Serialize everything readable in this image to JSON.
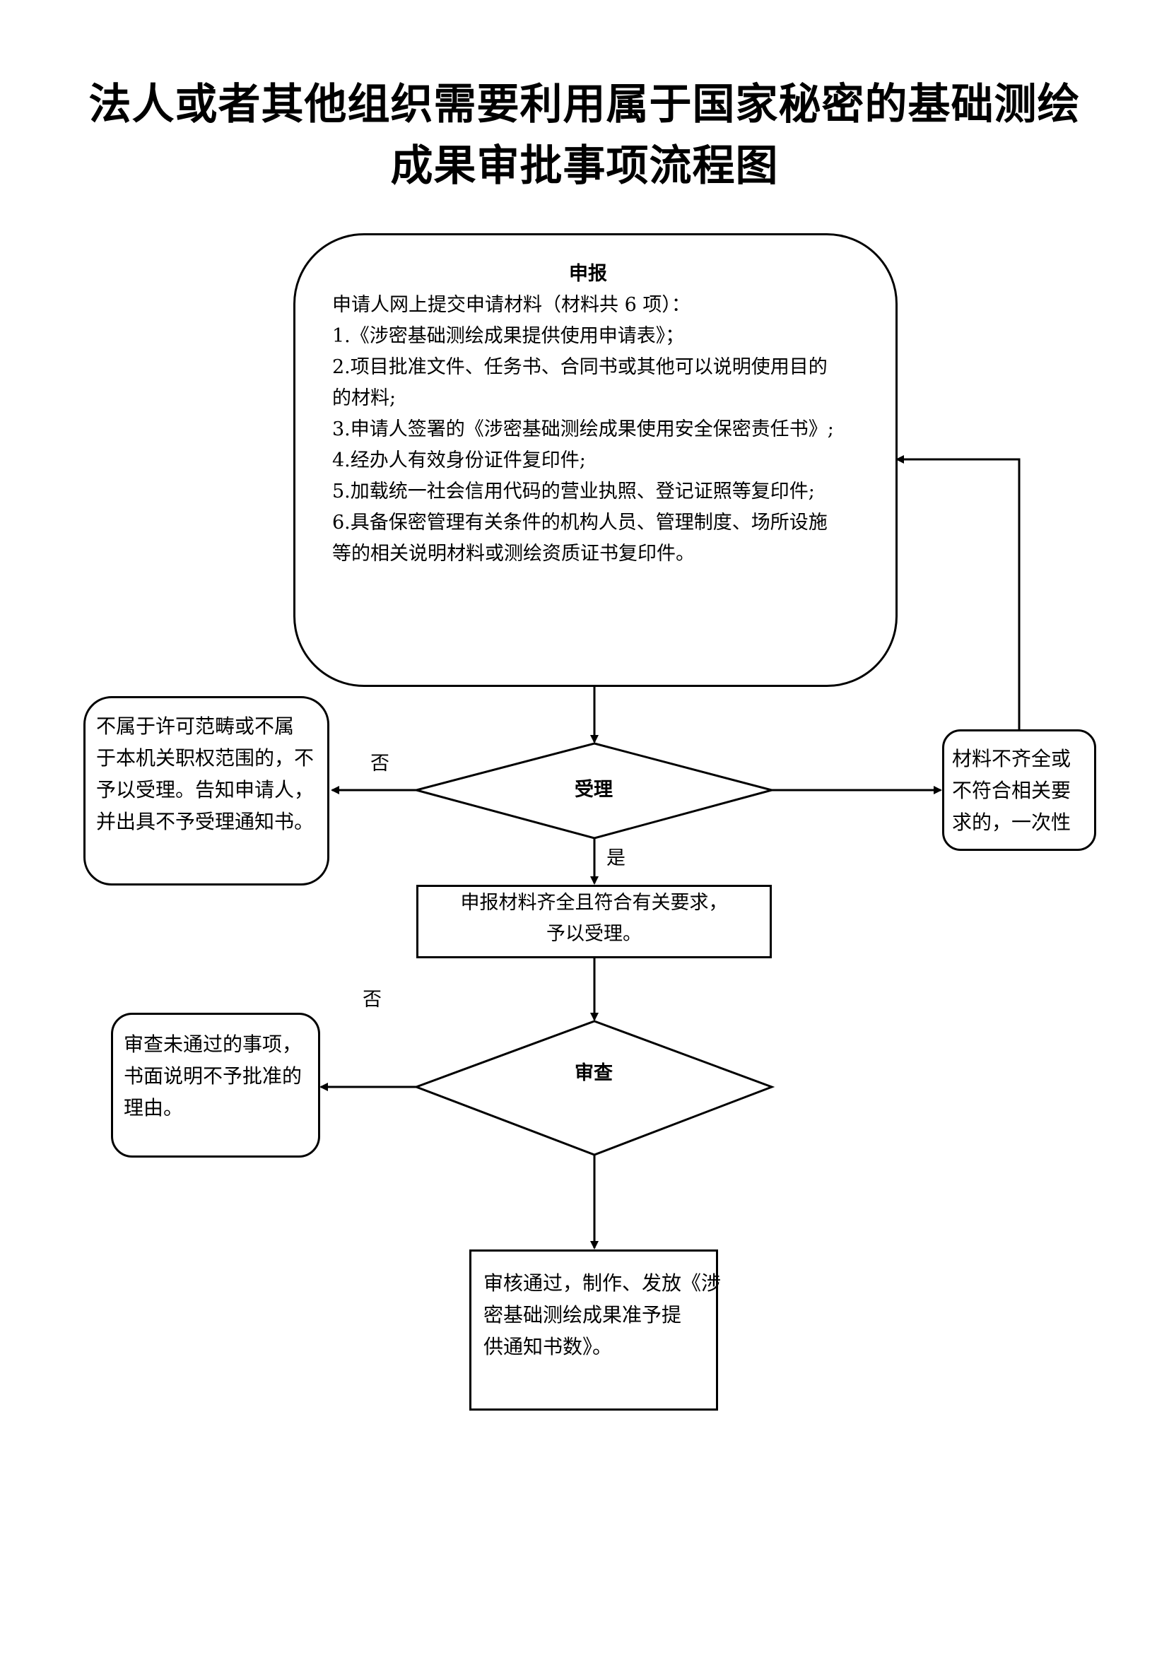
{
  "title": {
    "line1": "法人或者其他组织需要利用属于国家秘密的基础测绘",
    "line2": "成果审批事项流程图"
  },
  "declare": {
    "heading": "申报",
    "lines": [
      "申请人网上提交申请材料（材料共 6 项）：",
      "1.《涉密基础测绘成果提供使用申请表》；",
      "2.项目批准文件、任务书、合同书或其他可以说明使用目的",
      "的材料;",
      "3.申请人签署的《涉密基础测绘成果使用安全保密责任书》;",
      "4.经办人有效身份证件复印件;",
      "5.加载统一社会信用代码的营业执照、登记证照等复印件;",
      "6.具备保密管理有关条件的机构人员、管理制度、场所设施",
      "等的相关说明材料或测绘资质证书复印件。"
    ]
  },
  "accept": {
    "label": "受理",
    "yes": "是",
    "no": "否"
  },
  "reject_box": {
    "lines": [
      "不属于许可范畴或不属",
      "于本机关职权范围的，不",
      "予以受理。告知申请人，",
      "并出具不予受理通知书。"
    ]
  },
  "incomplete_box": {
    "lines": [
      "材料不齐全或",
      "不符合相关要",
      "求的，一次性"
    ]
  },
  "accepted_box": {
    "lines": [
      "申报材料齐全且符合有关要求，",
      "予以受理。"
    ]
  },
  "review": {
    "label": "审查",
    "no": "否"
  },
  "review_fail_box": {
    "lines": [
      "审查未通过的事项，",
      "书面说明不予批准的",
      "理由。"
    ]
  },
  "approved_box": {
    "lines": [
      "审核通过，制作、发放《涉",
      "密基础测绘成果准予提",
      "供通知书数》。"
    ]
  }
}
